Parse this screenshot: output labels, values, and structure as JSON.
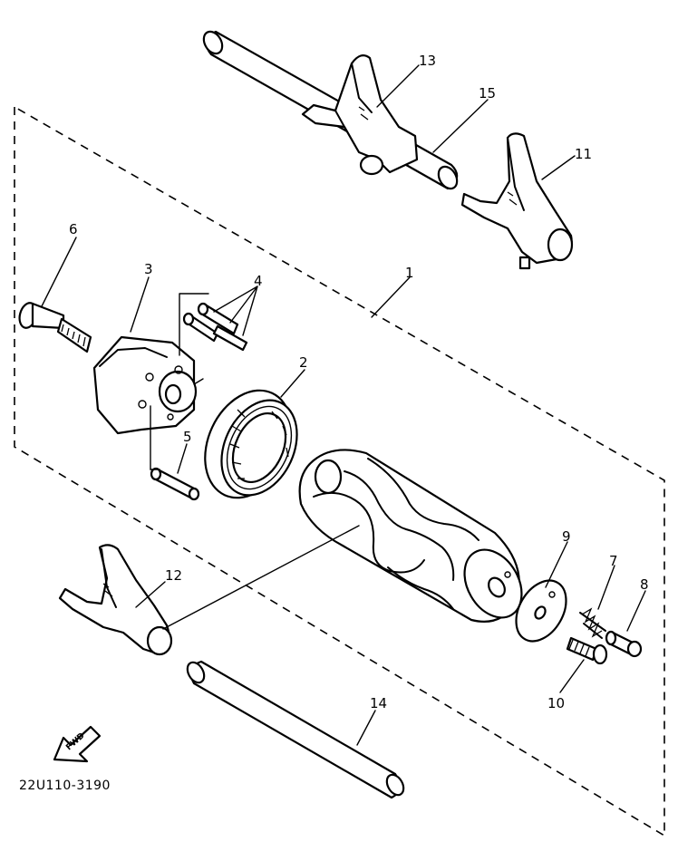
{
  "callouts": {
    "c1": "1",
    "c2": "2",
    "c3": "3",
    "c4": "4",
    "c5": "5",
    "c6": "6",
    "c7": "7",
    "c8": "8",
    "c9": "9",
    "c10": "10",
    "c11": "11",
    "c12": "12",
    "c13": "13",
    "c14": "14",
    "c15": "15"
  },
  "arrow_label": "FWD",
  "diagram_code": "22U110-3190"
}
